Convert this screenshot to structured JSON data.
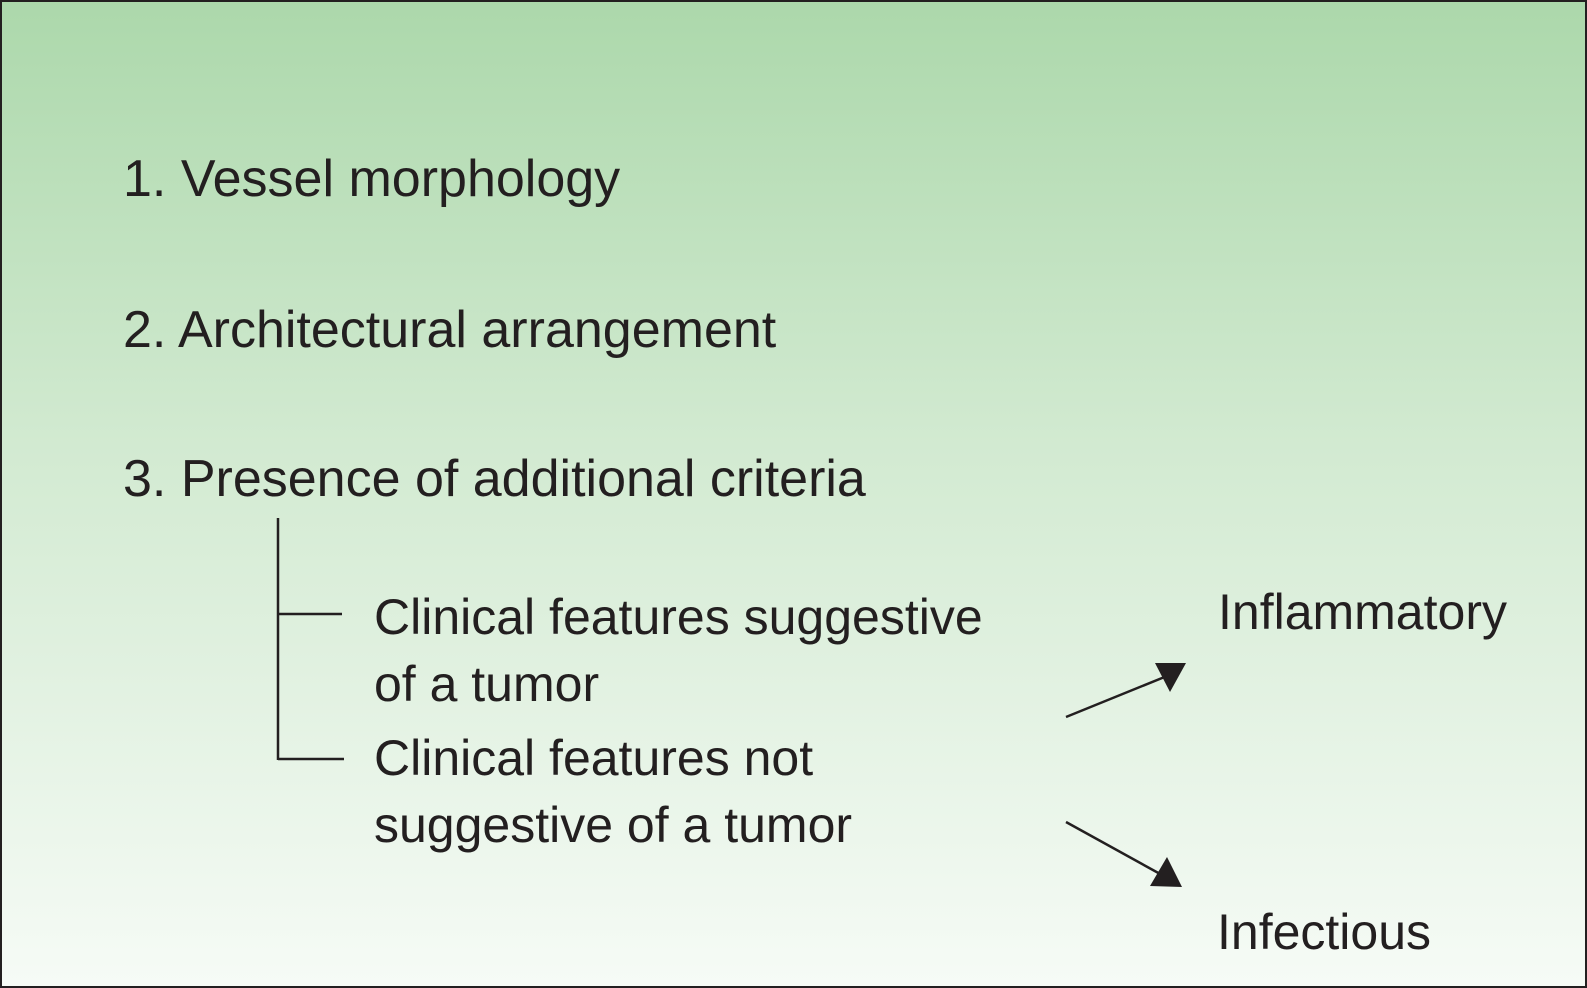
{
  "criteria": [
    "1. Vessel morphology",
    "2. Architectural arrangement",
    "3. Presence of additional criteria"
  ],
  "features": {
    "tumor": [
      "Clinical features suggestive",
      "of a tumor"
    ],
    "non_tumor": [
      "Clinical features not",
      "suggestive of a tumor"
    ]
  },
  "outcomes": {
    "inflammatory": "Inflammatory",
    "infectious": "Infectious"
  },
  "colors": {
    "gradient_top": "#acd8ab",
    "gradient_bottom": "#f6fbf6",
    "ink": "#231f20"
  }
}
